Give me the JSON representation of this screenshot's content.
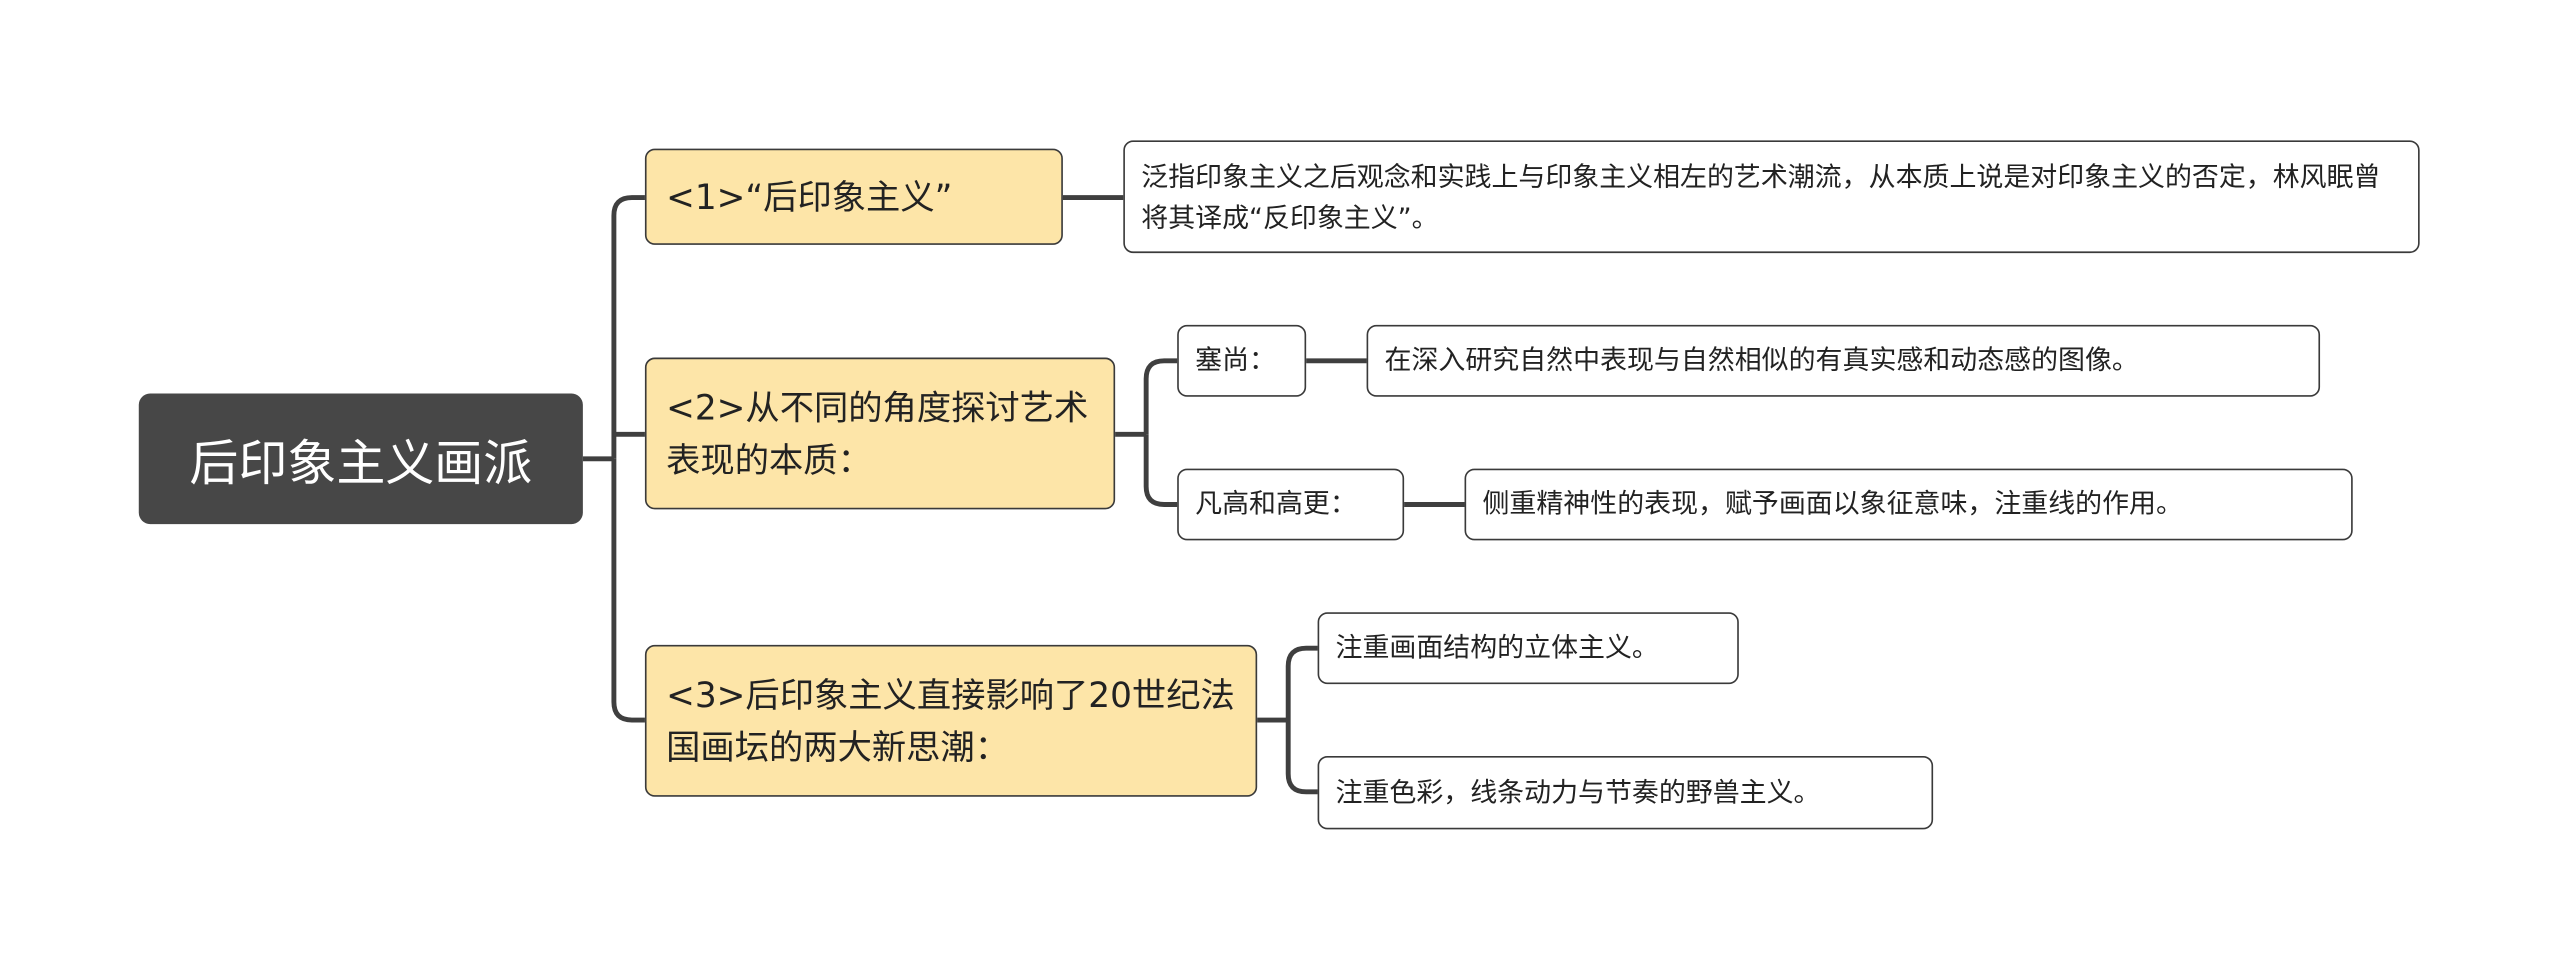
{
  "root": {
    "label": "后印象主义画派"
  },
  "branches": [
    {
      "label": "<1>“后印象主义”",
      "children": [
        {
          "label": "泛指印象主义之后观念和实践上与印象主义相左的艺术潮流，从本质上说是对印象主义的否定，林风眠曾将其译成“反印象主义”。"
        }
      ]
    },
    {
      "label": "<2>从不同的角度探讨艺术表现的本质：",
      "children": [
        {
          "label": "塞尚：",
          "detail": "在深入研究自然中表现与自然相似的有真实感和动态感的图像。"
        },
        {
          "label": "凡高和高更：",
          "detail": "侧重精神性的表现，赋予画面以象征意味，注重线的作用。"
        }
      ]
    },
    {
      "label": "<3>后印象主义直接影响了20世纪法国画坛的两大新思潮：",
      "children": [
        {
          "label": "注重画面结构的立体主义。"
        },
        {
          "label": "注重色彩，线条动力与节奏的野兽主义。"
        }
      ]
    }
  ],
  "colors": {
    "root": "#474747",
    "branch": "#fde5a8",
    "line": "#3f3f3f"
  }
}
